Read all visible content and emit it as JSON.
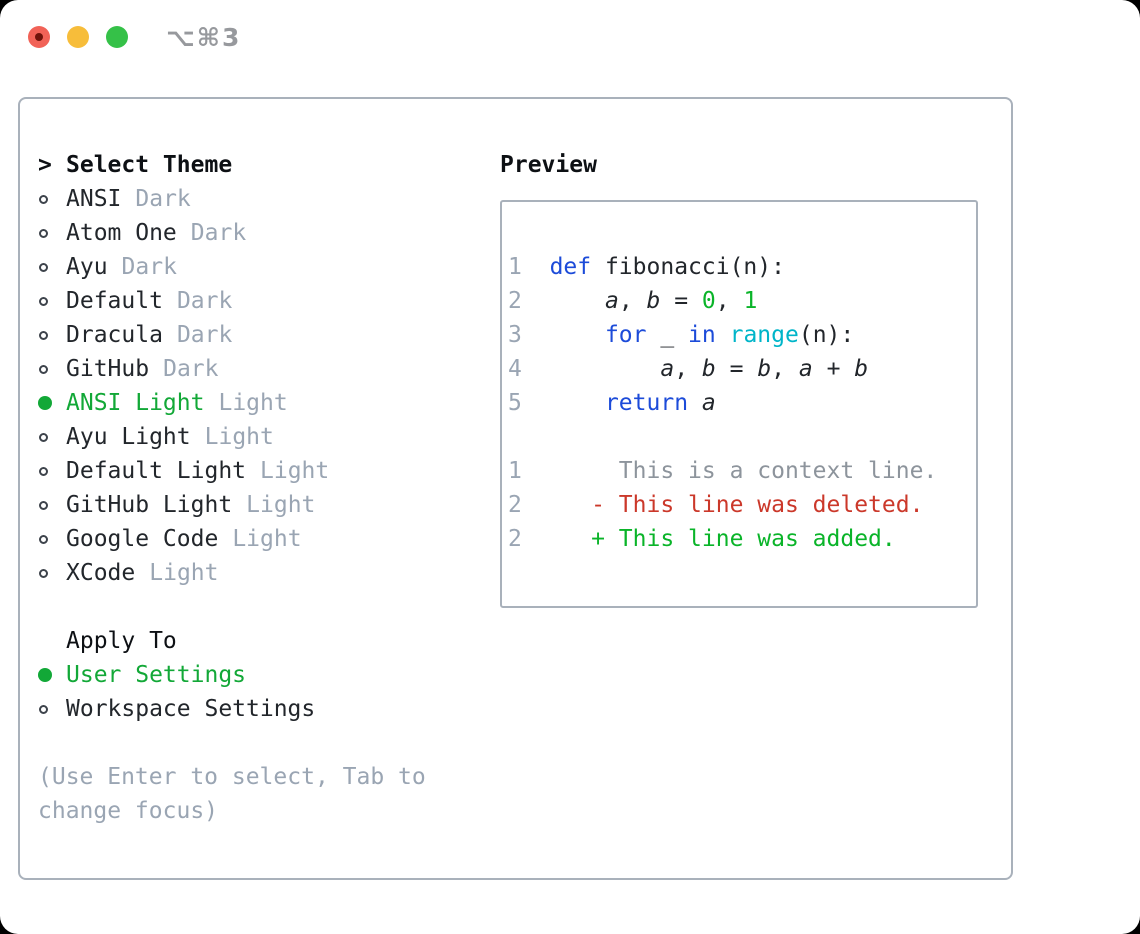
{
  "window": {
    "title": "⌥⌘3"
  },
  "colors": {
    "page-bg": "#000000",
    "window-bg": "#ffffff",
    "border": "#a9b1bb",
    "title": "#97999d",
    "ink": "#22262b",
    "ink-bold": "#0d1014",
    "muted": "#9aa5b3",
    "context": "#8d949c",
    "circle": "#3d434b",
    "green": "#12a837",
    "green-bright": "#0ab429",
    "red": "#cb382a",
    "blue": "#1c4bd9",
    "cyan": "#00b5c9",
    "traffic-red": "#f16257",
    "traffic-red-dot": "#6f130b",
    "traffic-yellow": "#f7bd3a",
    "traffic-green": "#35c148"
  },
  "theme_list": {
    "prompt": ">",
    "header": "Select Theme",
    "items": [
      {
        "name": "ANSI",
        "variant": "Dark",
        "selected": false
      },
      {
        "name": "Atom One",
        "variant": "Dark",
        "selected": false
      },
      {
        "name": "Ayu",
        "variant": "Dark",
        "selected": false
      },
      {
        "name": "Default",
        "variant": "Dark",
        "selected": false
      },
      {
        "name": "Dracula",
        "variant": "Dark",
        "selected": false
      },
      {
        "name": "GitHub",
        "variant": "Dark",
        "selected": false
      },
      {
        "name": "ANSI Light",
        "variant": "Light",
        "selected": true
      },
      {
        "name": "Ayu Light",
        "variant": "Light",
        "selected": false
      },
      {
        "name": "Default Light",
        "variant": "Light",
        "selected": false
      },
      {
        "name": "GitHub Light",
        "variant": "Light",
        "selected": false
      },
      {
        "name": "Google Code",
        "variant": "Light",
        "selected": false
      },
      {
        "name": "XCode",
        "variant": "Light",
        "selected": false
      }
    ]
  },
  "apply_to": {
    "header": "Apply To",
    "options": [
      {
        "label": "User Settings",
        "selected": true
      },
      {
        "label": "Workspace Settings",
        "selected": false
      }
    ]
  },
  "hint": {
    "line1": "(Use Enter to select, Tab to",
    "line2": "change focus)"
  },
  "preview": {
    "header": "Preview",
    "lines": [
      {
        "num": "1",
        "tokens": [
          [
            "  ",
            "plain"
          ],
          [
            "def",
            "keyword"
          ],
          [
            " fibonacci(n):",
            "plain"
          ]
        ]
      },
      {
        "num": "2",
        "tokens": [
          [
            "      ",
            "plain"
          ],
          [
            "a",
            "variable"
          ],
          [
            ", ",
            "plain"
          ],
          [
            "b",
            "variable"
          ],
          [
            " = ",
            "plain"
          ],
          [
            "0",
            "number"
          ],
          [
            ", ",
            "plain"
          ],
          [
            "1",
            "number"
          ]
        ]
      },
      {
        "num": "3",
        "tokens": [
          [
            "      ",
            "plain"
          ],
          [
            "for",
            "keyword"
          ],
          [
            " _ ",
            "plain"
          ],
          [
            "in",
            "keyword"
          ],
          [
            " ",
            "plain"
          ],
          [
            "range",
            "builtin"
          ],
          [
            "(n):",
            "plain"
          ]
        ]
      },
      {
        "num": "4",
        "tokens": [
          [
            "          ",
            "plain"
          ],
          [
            "a",
            "variable"
          ],
          [
            ", ",
            "plain"
          ],
          [
            "b",
            "variable"
          ],
          [
            " = ",
            "plain"
          ],
          [
            "b",
            "variable"
          ],
          [
            ", ",
            "plain"
          ],
          [
            "a",
            "variable"
          ],
          [
            " + ",
            "plain"
          ],
          [
            "b",
            "variable"
          ]
        ]
      },
      {
        "num": "5",
        "tokens": [
          [
            "      ",
            "plain"
          ],
          [
            "return",
            "keyword"
          ],
          [
            " ",
            "plain"
          ],
          [
            "a",
            "variable"
          ]
        ]
      },
      {
        "num": "",
        "tokens": []
      },
      {
        "num": "1",
        "tokens": [
          [
            "       This is a context line.",
            "context"
          ]
        ]
      },
      {
        "num": "2",
        "tokens": [
          [
            "     ",
            "plain"
          ],
          [
            "- This line was deleted.",
            "deleted"
          ]
        ]
      },
      {
        "num": "2",
        "tokens": [
          [
            "     ",
            "plain"
          ],
          [
            "+ This line was added.",
            "added"
          ]
        ]
      }
    ]
  }
}
